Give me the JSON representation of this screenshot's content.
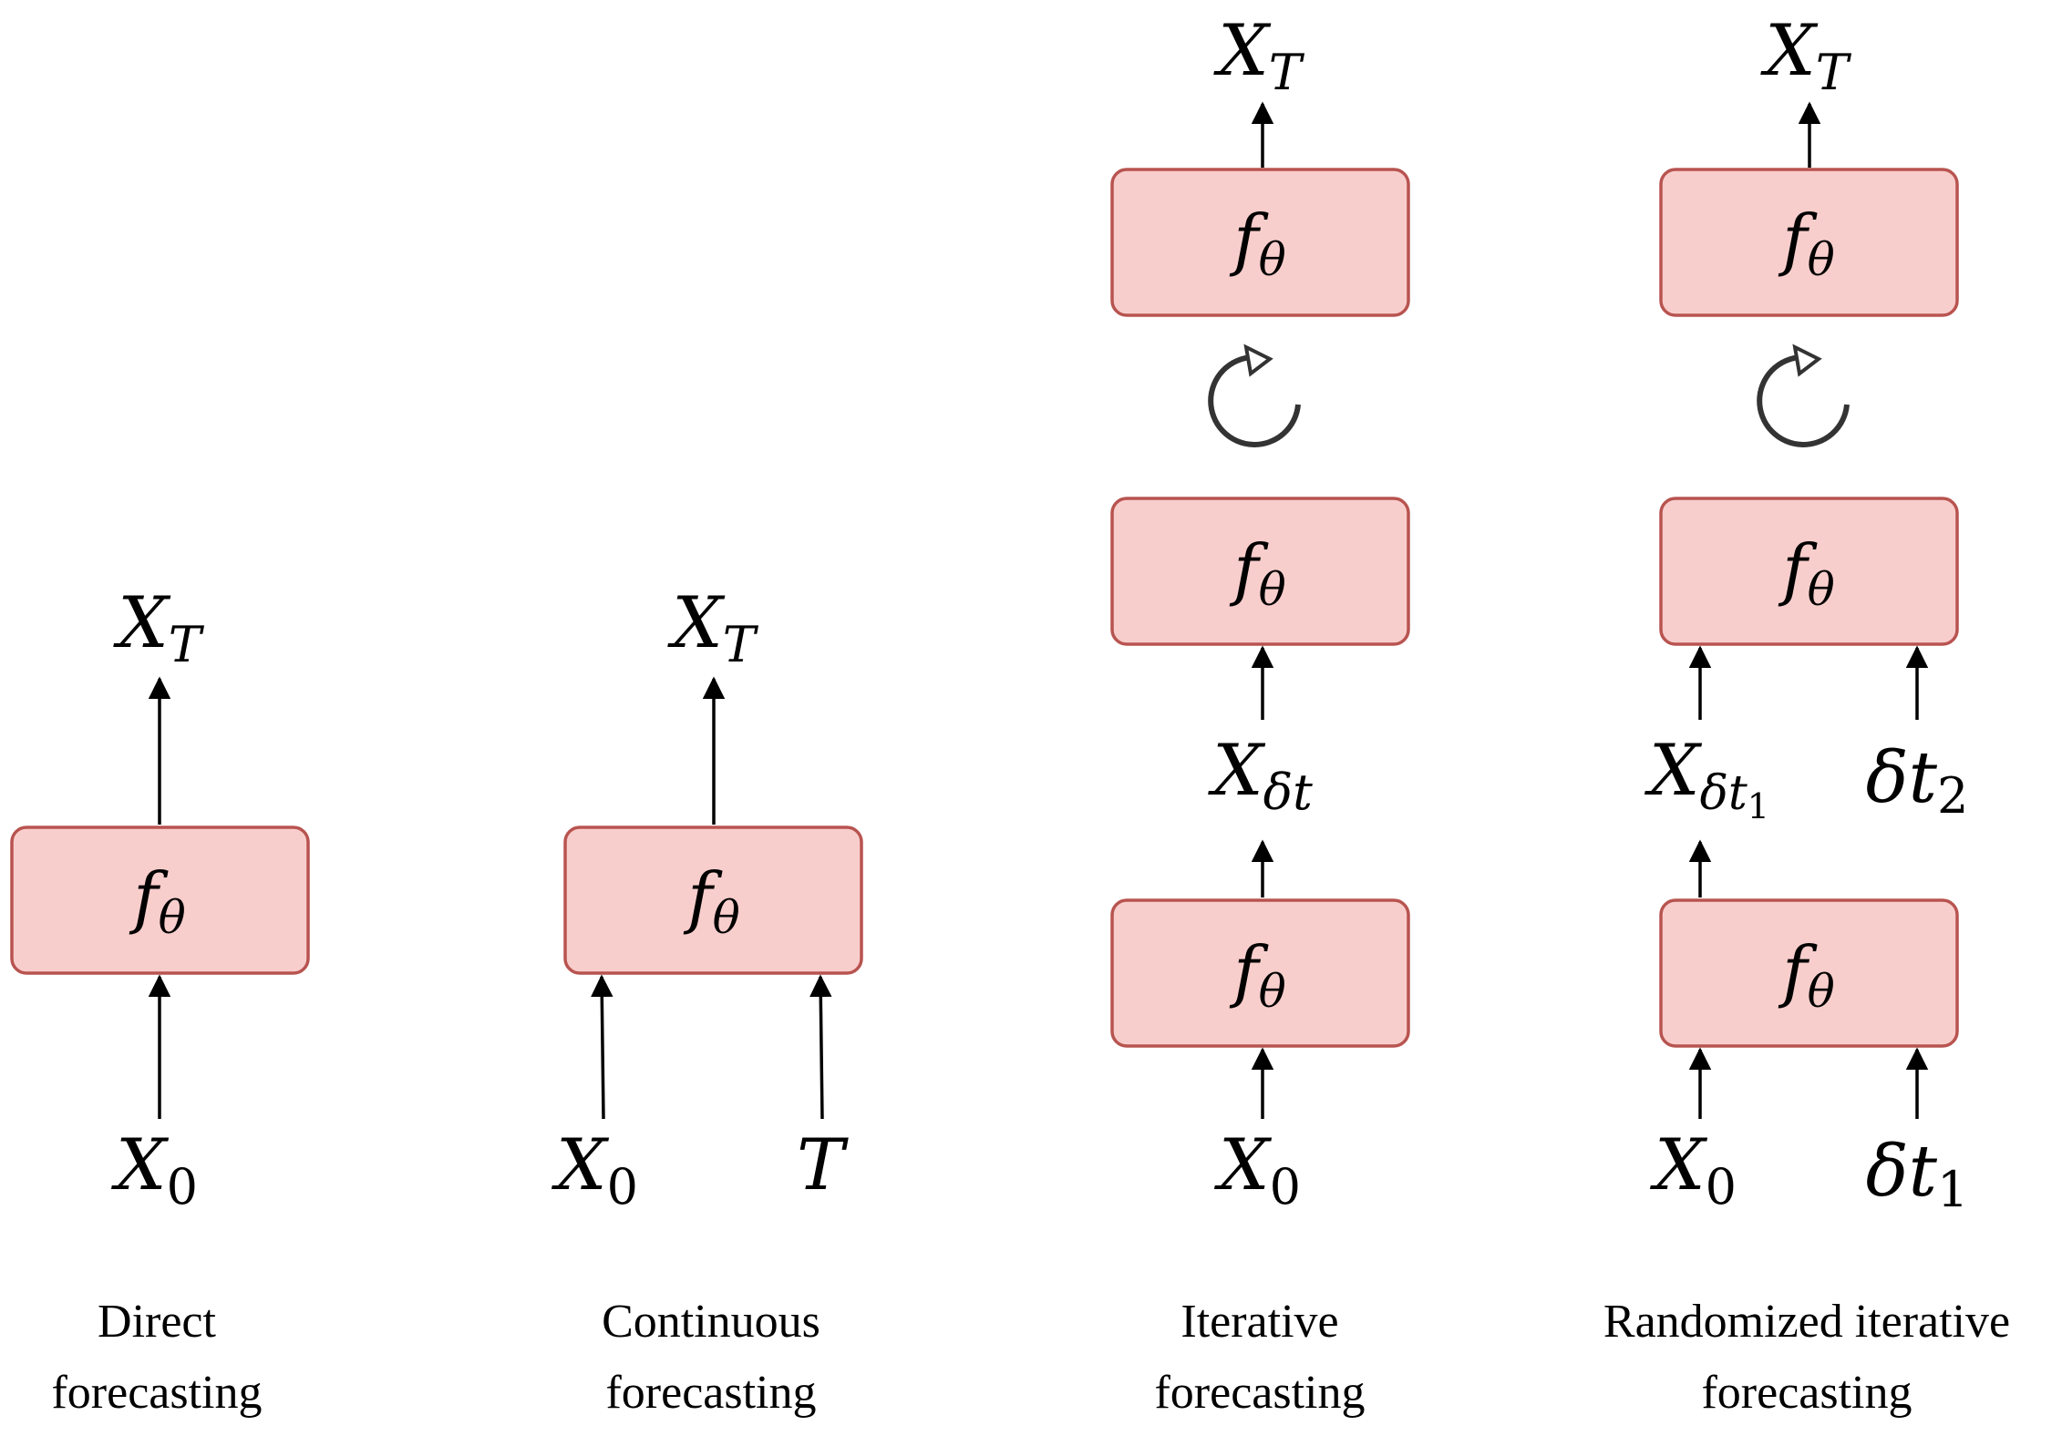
{
  "panels": [
    {
      "id": "direct",
      "caption": [
        "Direct",
        "forecasting"
      ],
      "output": {
        "base": "X",
        "sub": "T"
      },
      "model": {
        "base": "f",
        "sub": "θ"
      },
      "inputs": [
        {
          "base": "X",
          "sub": "0"
        }
      ]
    },
    {
      "id": "continuous",
      "caption": [
        "Continuous",
        "forecasting"
      ],
      "output": {
        "base": "X",
        "sub": "T"
      },
      "model": {
        "base": "f",
        "sub": "θ"
      },
      "inputs": [
        {
          "base": "X",
          "sub": "0"
        },
        {
          "base": "T",
          "sub": ""
        }
      ]
    },
    {
      "id": "iterative",
      "caption": [
        "Iterative",
        "forecasting"
      ],
      "output": {
        "base": "X",
        "sub": "T"
      },
      "model": {
        "base": "f",
        "sub": "θ"
      },
      "intermediate": {
        "base": "X",
        "sub": "δt"
      },
      "inputs": [
        {
          "base": "X",
          "sub": "0"
        }
      ]
    },
    {
      "id": "randomized",
      "caption": [
        "Randomized iterative",
        "forecasting"
      ],
      "output": {
        "base": "X",
        "sub": "T"
      },
      "model": {
        "base": "f",
        "sub": "θ"
      },
      "intermediate": {
        "base": "X",
        "sub": "δt",
        "subsub": "1"
      },
      "step2": {
        "base": "δt",
        "sub": "2"
      },
      "inputs": [
        {
          "base": "X",
          "sub": "0"
        },
        {
          "base": "δt",
          "sub": "1"
        }
      ]
    }
  ],
  "icons": {
    "loop": "refresh-loop-icon"
  },
  "colors": {
    "box_fill": "#f8cecc",
    "box_stroke": "#b85450"
  }
}
